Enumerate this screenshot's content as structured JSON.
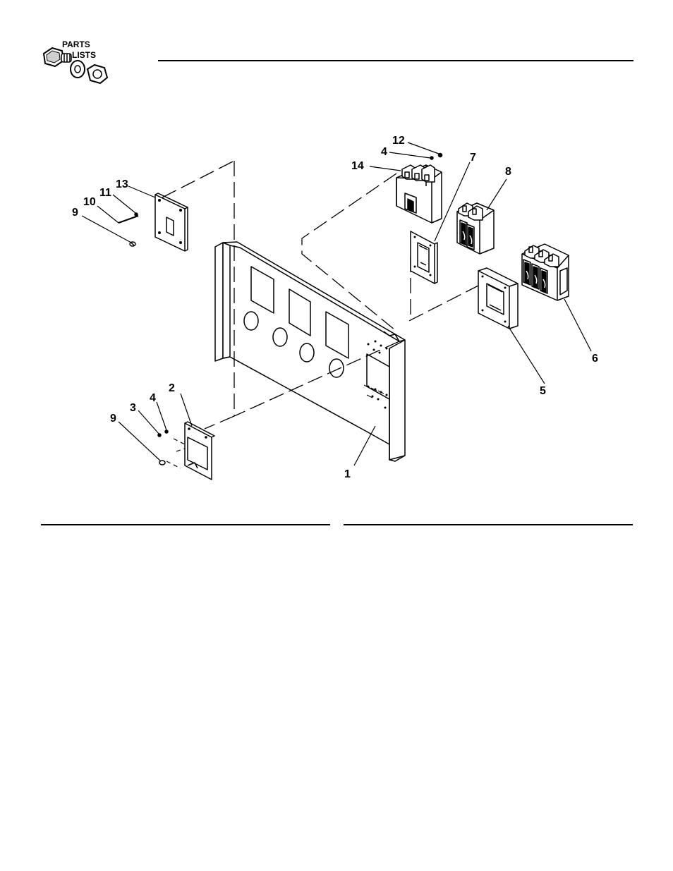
{
  "header": {
    "logo_line1": "PARTS",
    "logo_line2": "LISTS"
  },
  "callouts": {
    "c1": "1",
    "c2": "2",
    "c3": "3",
    "c4a": "4",
    "c4b": "4",
    "c5": "5",
    "c6": "6",
    "c7": "7",
    "c8": "8",
    "c9a": "9",
    "c9b": "9",
    "c10": "10",
    "c11": "11",
    "c12": "12",
    "c13": "13",
    "c14": "14"
  },
  "colors": {
    "ink": "#000000",
    "paper": "#ffffff",
    "shade": "#8a8a8a"
  }
}
